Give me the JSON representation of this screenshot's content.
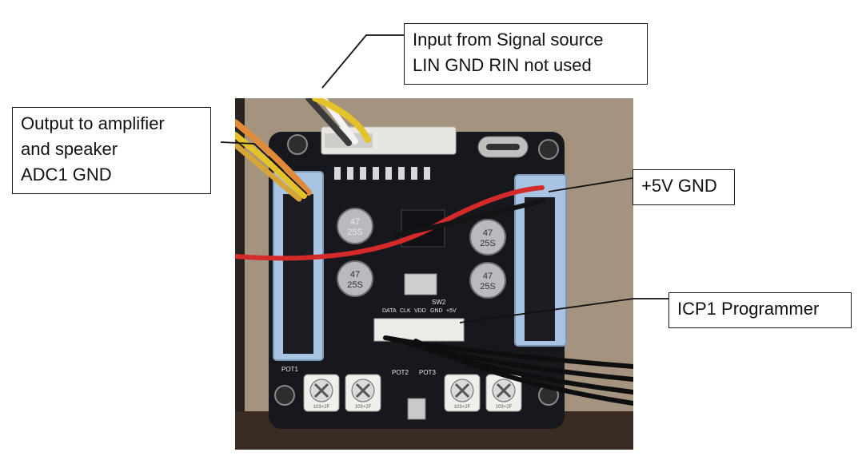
{
  "callouts": {
    "input": {
      "lines": [
        "Input from Signal source",
        "LIN GND RIN not used"
      ]
    },
    "output": {
      "lines": [
        "Output to amplifier",
        "and speaker",
        "ADC1 GND"
      ]
    },
    "power": {
      "lines": [
        "+5V GND"
      ]
    },
    "programmer": {
      "lines": [
        "ICP1 Programmer"
      ]
    }
  },
  "board_silkscreen": {
    "capacitor_label": [
      "47",
      "25S"
    ],
    "pot_labels": [
      "POT1",
      "POT2",
      "POT3"
    ],
    "pot_value": "103+2F",
    "switch_label": "SW2",
    "programmer_pins": [
      "DATA",
      "CLK",
      "VDD",
      "GND",
      "+5V"
    ]
  },
  "colors": {
    "pcb": "#16181d",
    "connector_blue": "#a9c3e3",
    "wood": "#9c8b78",
    "wire_red": "#d42a2a",
    "wire_black": "#141414",
    "wire_yellow": "#e4c32a",
    "wire_orange": "#e08a3a"
  }
}
